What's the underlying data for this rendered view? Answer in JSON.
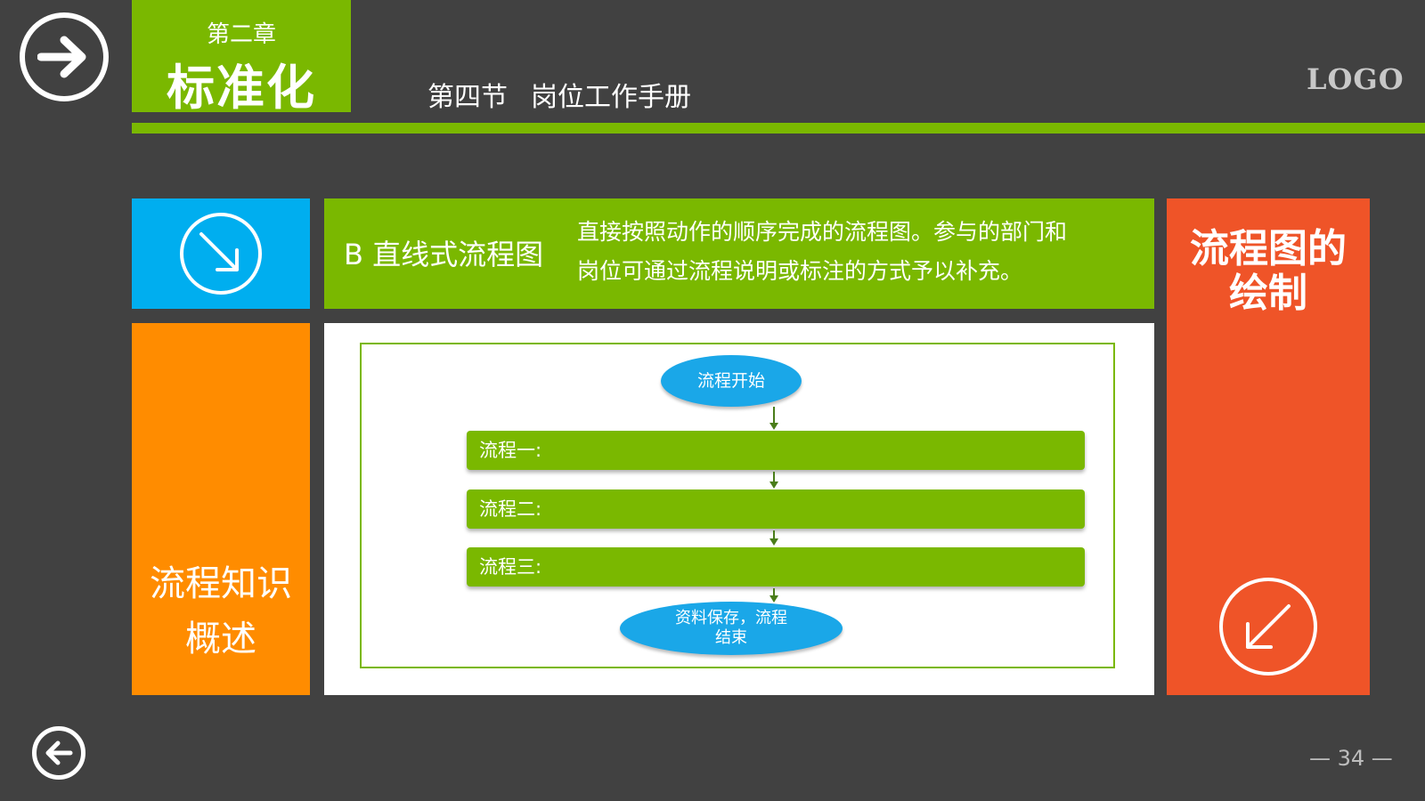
{
  "header": {
    "chapter_sub": "第二章",
    "chapter_main": "标准化",
    "section_label": "第四节",
    "section_title": "岗位工作手册",
    "logo_text": "LOGO"
  },
  "icons": {
    "top_nav": "arrow-right-circle-icon",
    "bottom_nav": "arrow-left-circle-icon",
    "blue_tile": "arrow-down-right-icon",
    "red_tile": "arrow-down-left-icon"
  },
  "content": {
    "heading": "B 直线式流程图",
    "description_line1": "直接按照动作的顺序完成的流程图。参与的部门和",
    "description_line2": "岗位可通过流程说明或标注的方式予以补充。",
    "left_tile_line1": "流程知识",
    "left_tile_line2": "概述",
    "right_tile_line1": "流程图的",
    "right_tile_line2": "绘制"
  },
  "flowchart": {
    "start": "流程开始",
    "steps": [
      "流程一:",
      "流程二:",
      "流程三:"
    ],
    "end_line1": "资料保存，流程",
    "end_line2": "结束"
  },
  "footer": {
    "page_number": "— 34 —"
  },
  "colors": {
    "background": "#414141",
    "green": "#7ab800",
    "blue": "#00aeef",
    "orange": "#ff8c00",
    "red": "#ef5428",
    "ellipse_blue": "#1aa7e8"
  }
}
